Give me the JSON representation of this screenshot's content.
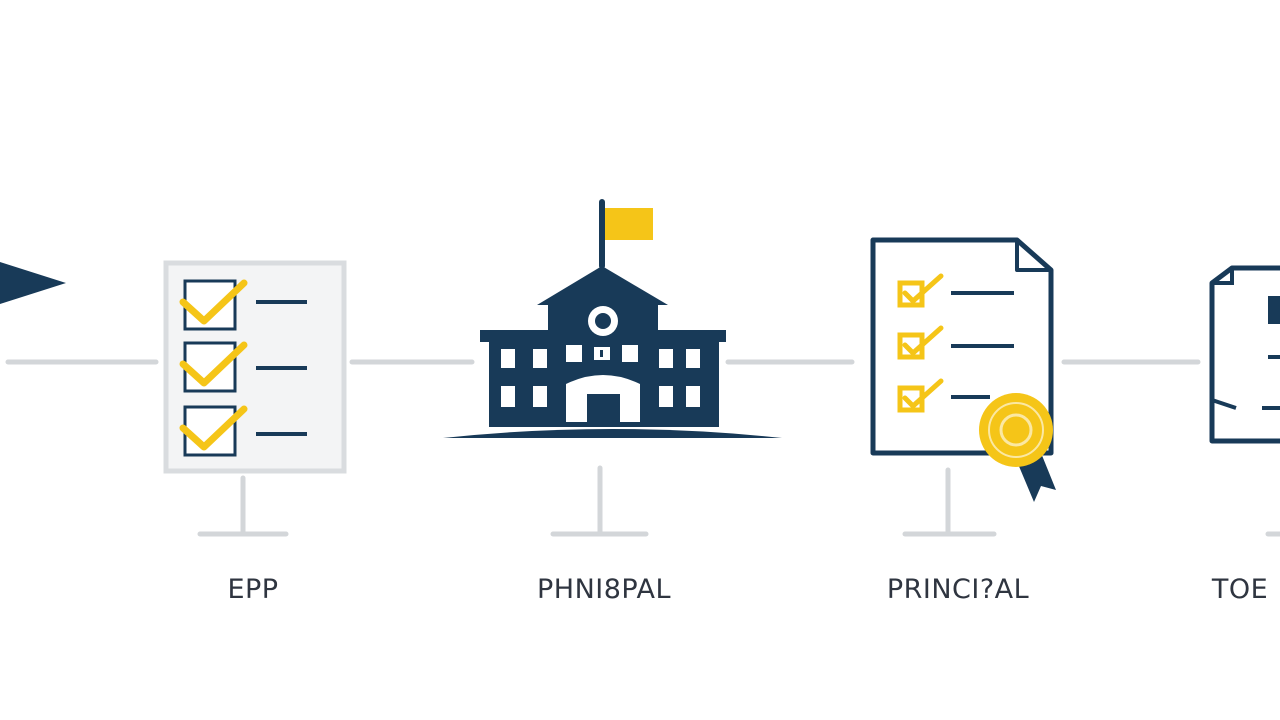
{
  "colors": {
    "navy": "#183a58",
    "gold": "#f5c518",
    "connector": "#d3d6d9",
    "panel_border": "#d9dcdf",
    "panel_fill": "#f3f4f5",
    "label": "#2f3540"
  },
  "steps": [
    {
      "icon": "arrow-pointer-icon",
      "label": ""
    },
    {
      "icon": "checklist-board-icon",
      "label": "EPP"
    },
    {
      "icon": "school-building-icon",
      "label": "PHNI8PAL"
    },
    {
      "icon": "certificate-document-icon",
      "label": "PRINCI?AL"
    },
    {
      "icon": "document-icon",
      "label": "TOE"
    }
  ]
}
